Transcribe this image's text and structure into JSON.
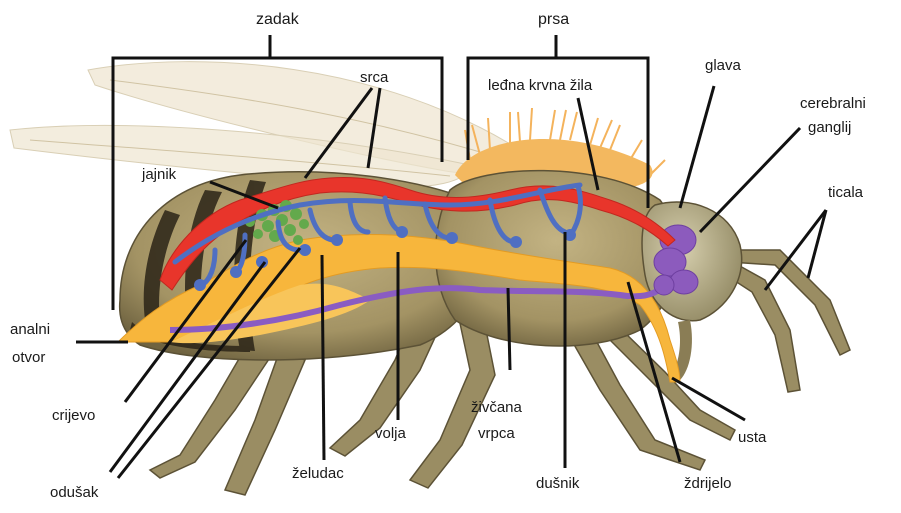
{
  "labels": {
    "zadak": "zadak",
    "prsa": "prsa",
    "glava": "glava",
    "srca": "srca",
    "ledna_krvna_zila": "leđna krvna žila",
    "cerebralni": "cerebralni",
    "ganglij": "ganglij",
    "jajnik": "jajnik",
    "ticala": "ticala",
    "analni": "analni",
    "otvor": "otvor",
    "crijevo": "crijevo",
    "odusak": "odušak",
    "zeludac": "želudac",
    "volja": "volja",
    "zivcana": "živčana",
    "vrpca": "vrpca",
    "dusnik": "dušnik",
    "zdrijelo": "ždrijelo",
    "usta": "usta"
  },
  "colors": {
    "body": "#a39364",
    "body_dark": "#6b5f3e",
    "stripe": "#2b2417",
    "heart": "#e8352b",
    "trachea": "#4f6fc2",
    "gut": "#f7b63c",
    "nerve": "#8a5cc2",
    "brain": "#8c5bbd",
    "ovary": "#63a94c",
    "hair": "#f4b35c",
    "wing": "#efe6d2",
    "leader": "#111111"
  }
}
